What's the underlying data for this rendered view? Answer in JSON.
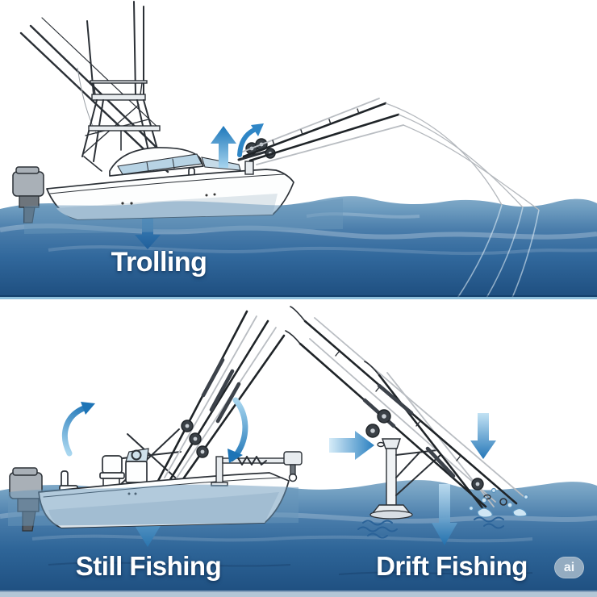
{
  "illustration": {
    "description": "Diagram of three boat fishing techniques shown over water",
    "panels": {
      "trolling": {
        "label": "Trolling",
        "arrow_icons": [
          "up-arrow",
          "curved-up-right-arrow",
          "double-vertical-arrow"
        ]
      },
      "still_fishing": {
        "label": "Still Fishing",
        "arrow_icons": [
          "curved-ccw-arrow",
          "curved-cw-arrow",
          "down-arrow"
        ]
      },
      "drift_fishing": {
        "label": "Drift Fishing",
        "arrow_icons": [
          "right-arrow",
          "short-down-arrow",
          "long-down-arrow"
        ]
      }
    },
    "watermark": {
      "label": "ai"
    },
    "colors": {
      "sky": "#ffffff",
      "water_surface": "#8ab0cc",
      "water_deep": "#1d4d7e",
      "arrow_light": "#a9d7f0",
      "arrow_dark": "#1c74b6",
      "line_art": "#2b3036",
      "label_text": "#ffffff",
      "badge_background": "#9db3c5"
    }
  }
}
